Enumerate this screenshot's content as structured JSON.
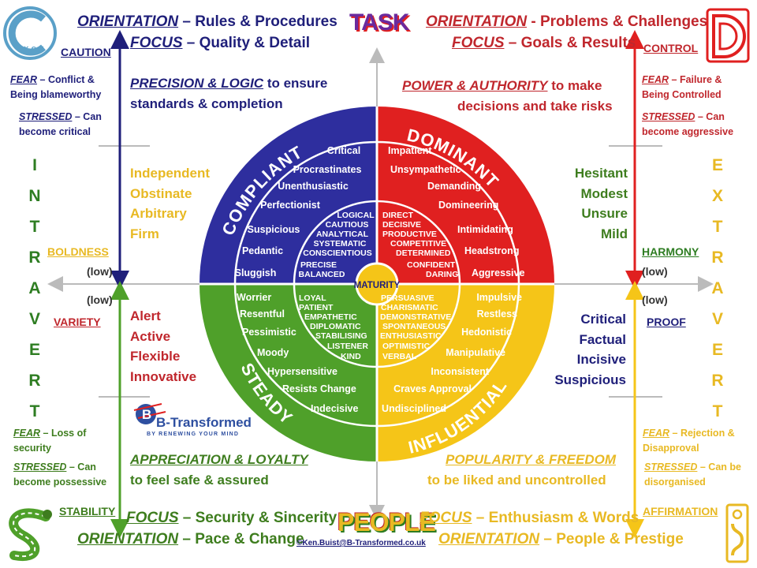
{
  "axis": {
    "top": "TASK",
    "bottom": "PEOPLE",
    "left_vertical": [
      "I",
      "N",
      "T",
      "R",
      "A",
      "V",
      "E",
      "R",
      "T"
    ],
    "right_vertical": [
      "E",
      "X",
      "T",
      "R",
      "A",
      "V",
      "E",
      "R",
      "T"
    ],
    "low": "(low)"
  },
  "quadrants": {
    "compliant": {
      "name": "COMPLIANT",
      "orientation_label": "ORIENTATION",
      "orientation_text": "– Rules & Procedures",
      "focus_label": "FOCUS",
      "focus_text": "– Quality & Detail",
      "motivator_em": "PRECISION & LOGIC",
      "motivator_rest": "to ensure",
      "motivator_line2": "standards & completion",
      "fear_label": "FEAR",
      "fear_text": "– Conflict &",
      "fear_line2": "Being blameworthy",
      "stressed_label": "STRESSED",
      "stressed_text": "– Can",
      "stressed_line2": "become critical",
      "need": "CAUTION",
      "opposite_need": "BOLDNESS",
      "traits": [
        "Independent",
        "Obstinate",
        "Arbitrary",
        "Firm"
      ],
      "outer_ring": [
        "Critical",
        "Procrastinates",
        "Unenthusiastic",
        "Perfectionist",
        "Suspicious",
        "Pedantic",
        "Sluggish"
      ],
      "inner_ring": [
        "LOGICAL",
        "CAUTIOUS",
        "ANALYTICAL",
        "SYSTEMATIC",
        "CONSCIENTIOUS",
        "PRECISE",
        "BALANCED"
      ],
      "icon_letter": "C",
      "color": "#2E2E9E"
    },
    "dominant": {
      "name": "DOMINANT",
      "orientation_label": "ORIENTATION",
      "orientation_text": "- Problems & Challenges",
      "focus_label": "FOCUS",
      "focus_text": "– Goals & Results",
      "motivator_em": "POWER & AUTHORITY",
      "motivator_rest": "to make",
      "motivator_line2": "decisions and take risks",
      "fear_label": "FEAR",
      "fear_text": "– Failure &",
      "fear_line2": "Being Controlled",
      "stressed_label": "STRESSED",
      "stressed_text": "– Can",
      "stressed_line2": "become aggressive",
      "need": "CONTROL",
      "opposite_need": "HARMONY",
      "traits": [
        "Hesitant",
        "Modest",
        "Unsure",
        "Mild"
      ],
      "outer_ring": [
        "Impatient",
        "Unsympathetic",
        "Demanding",
        "Domineering",
        "Intimidating",
        "Headstrong",
        "Aggressive"
      ],
      "inner_ring": [
        "DIRECT",
        "DECISIVE",
        "PRODUCTIVE",
        "COMPETITIVE",
        "DETERMINED",
        "CONFIDENT",
        "DARING"
      ],
      "icon_letter": "D",
      "color": "#E02020"
    },
    "steady": {
      "name": "STEADY",
      "orientation_label": "ORIENTATION",
      "orientation_text": "– Pace & Change",
      "focus_label": "FOCUS",
      "focus_text": "– Security & Sincerity",
      "motivator_em": "APPRECIATION & LOYALTY",
      "motivator_line2": "to feel safe & assured",
      "fear_label": "FEAR",
      "fear_text": "– Loss of",
      "fear_line2": "security",
      "stressed_label": "STRESSED",
      "stressed_text": "– Can",
      "stressed_line2": "become possessive",
      "need": "STABILITY",
      "opposite_need": "VARIETY",
      "traits": [
        "Alert",
        "Active",
        "Flexible",
        "Innovative"
      ],
      "outer_ring": [
        "Worrier",
        "Resentful",
        "Pessimistic",
        "Moody",
        "Hypersensitive",
        "Resists Change",
        "Indecisive"
      ],
      "inner_ring": [
        "LOYAL",
        "PATIENT",
        "EMPATHETIC",
        "DIPLOMATIC",
        "STABILISING",
        "LISTENER",
        "KIND"
      ],
      "icon_letter": "S",
      "color": "#4FA02A"
    },
    "influential": {
      "name": "INFLUENTIAL",
      "orientation_label": "ORIENTATION",
      "orientation_text": "– People & Prestige",
      "focus_label": "FOCUS",
      "focus_text": "– Enthusiasm & Words",
      "motivator_em": "POPULARITY & FREEDOM",
      "motivator_line2": "to be liked and uncontrolled",
      "fear_label": "FEAR",
      "fear_text": "– Rejection &",
      "fear_line2": "Disapproval",
      "stressed_label": "STRESSED",
      "stressed_text": "– Can be",
      "stressed_line2": "disorganised",
      "need": "AFFIRMATION",
      "opposite_need": "PROOF",
      "traits": [
        "Critical",
        "Factual",
        "Incisive",
        "Suspicious"
      ],
      "outer_ring": [
        "Impulsive",
        "Restless",
        "Hedonistic",
        "Manipulative",
        "Inconsistent",
        "Craves Approval",
        "Undisciplined"
      ],
      "inner_ring": [
        "PERSUASIVE",
        "CHARISMATIC",
        "DEMONSTRATIVE",
        "SPONTANEOUS",
        "ENTHUSIASTIC",
        "OPTIMISTIC",
        "VERBAL"
      ],
      "icon_letter": "I",
      "color": "#F5C518"
    }
  },
  "center": "MATURITY",
  "logo": {
    "name": "B-Transformed",
    "tagline": "BY RENEWING YOUR MIND"
  },
  "email": "©Ken.Buist@B-Transformed.co.uk"
}
